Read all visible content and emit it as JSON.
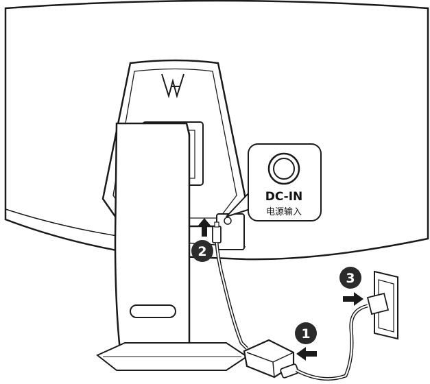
{
  "callout": {
    "port_label": "DC-IN",
    "port_label_cn": "电源输入"
  },
  "steps": [
    {
      "number": "1",
      "description": "connect power cord to adapter"
    },
    {
      "number": "2",
      "description": "plug adapter into DC-IN port"
    },
    {
      "number": "3",
      "description": "plug power cord into wall outlet"
    }
  ],
  "colors": {
    "outline": "#1a1a1a",
    "badge": "#2b2b2b",
    "background": "#ffffff"
  }
}
